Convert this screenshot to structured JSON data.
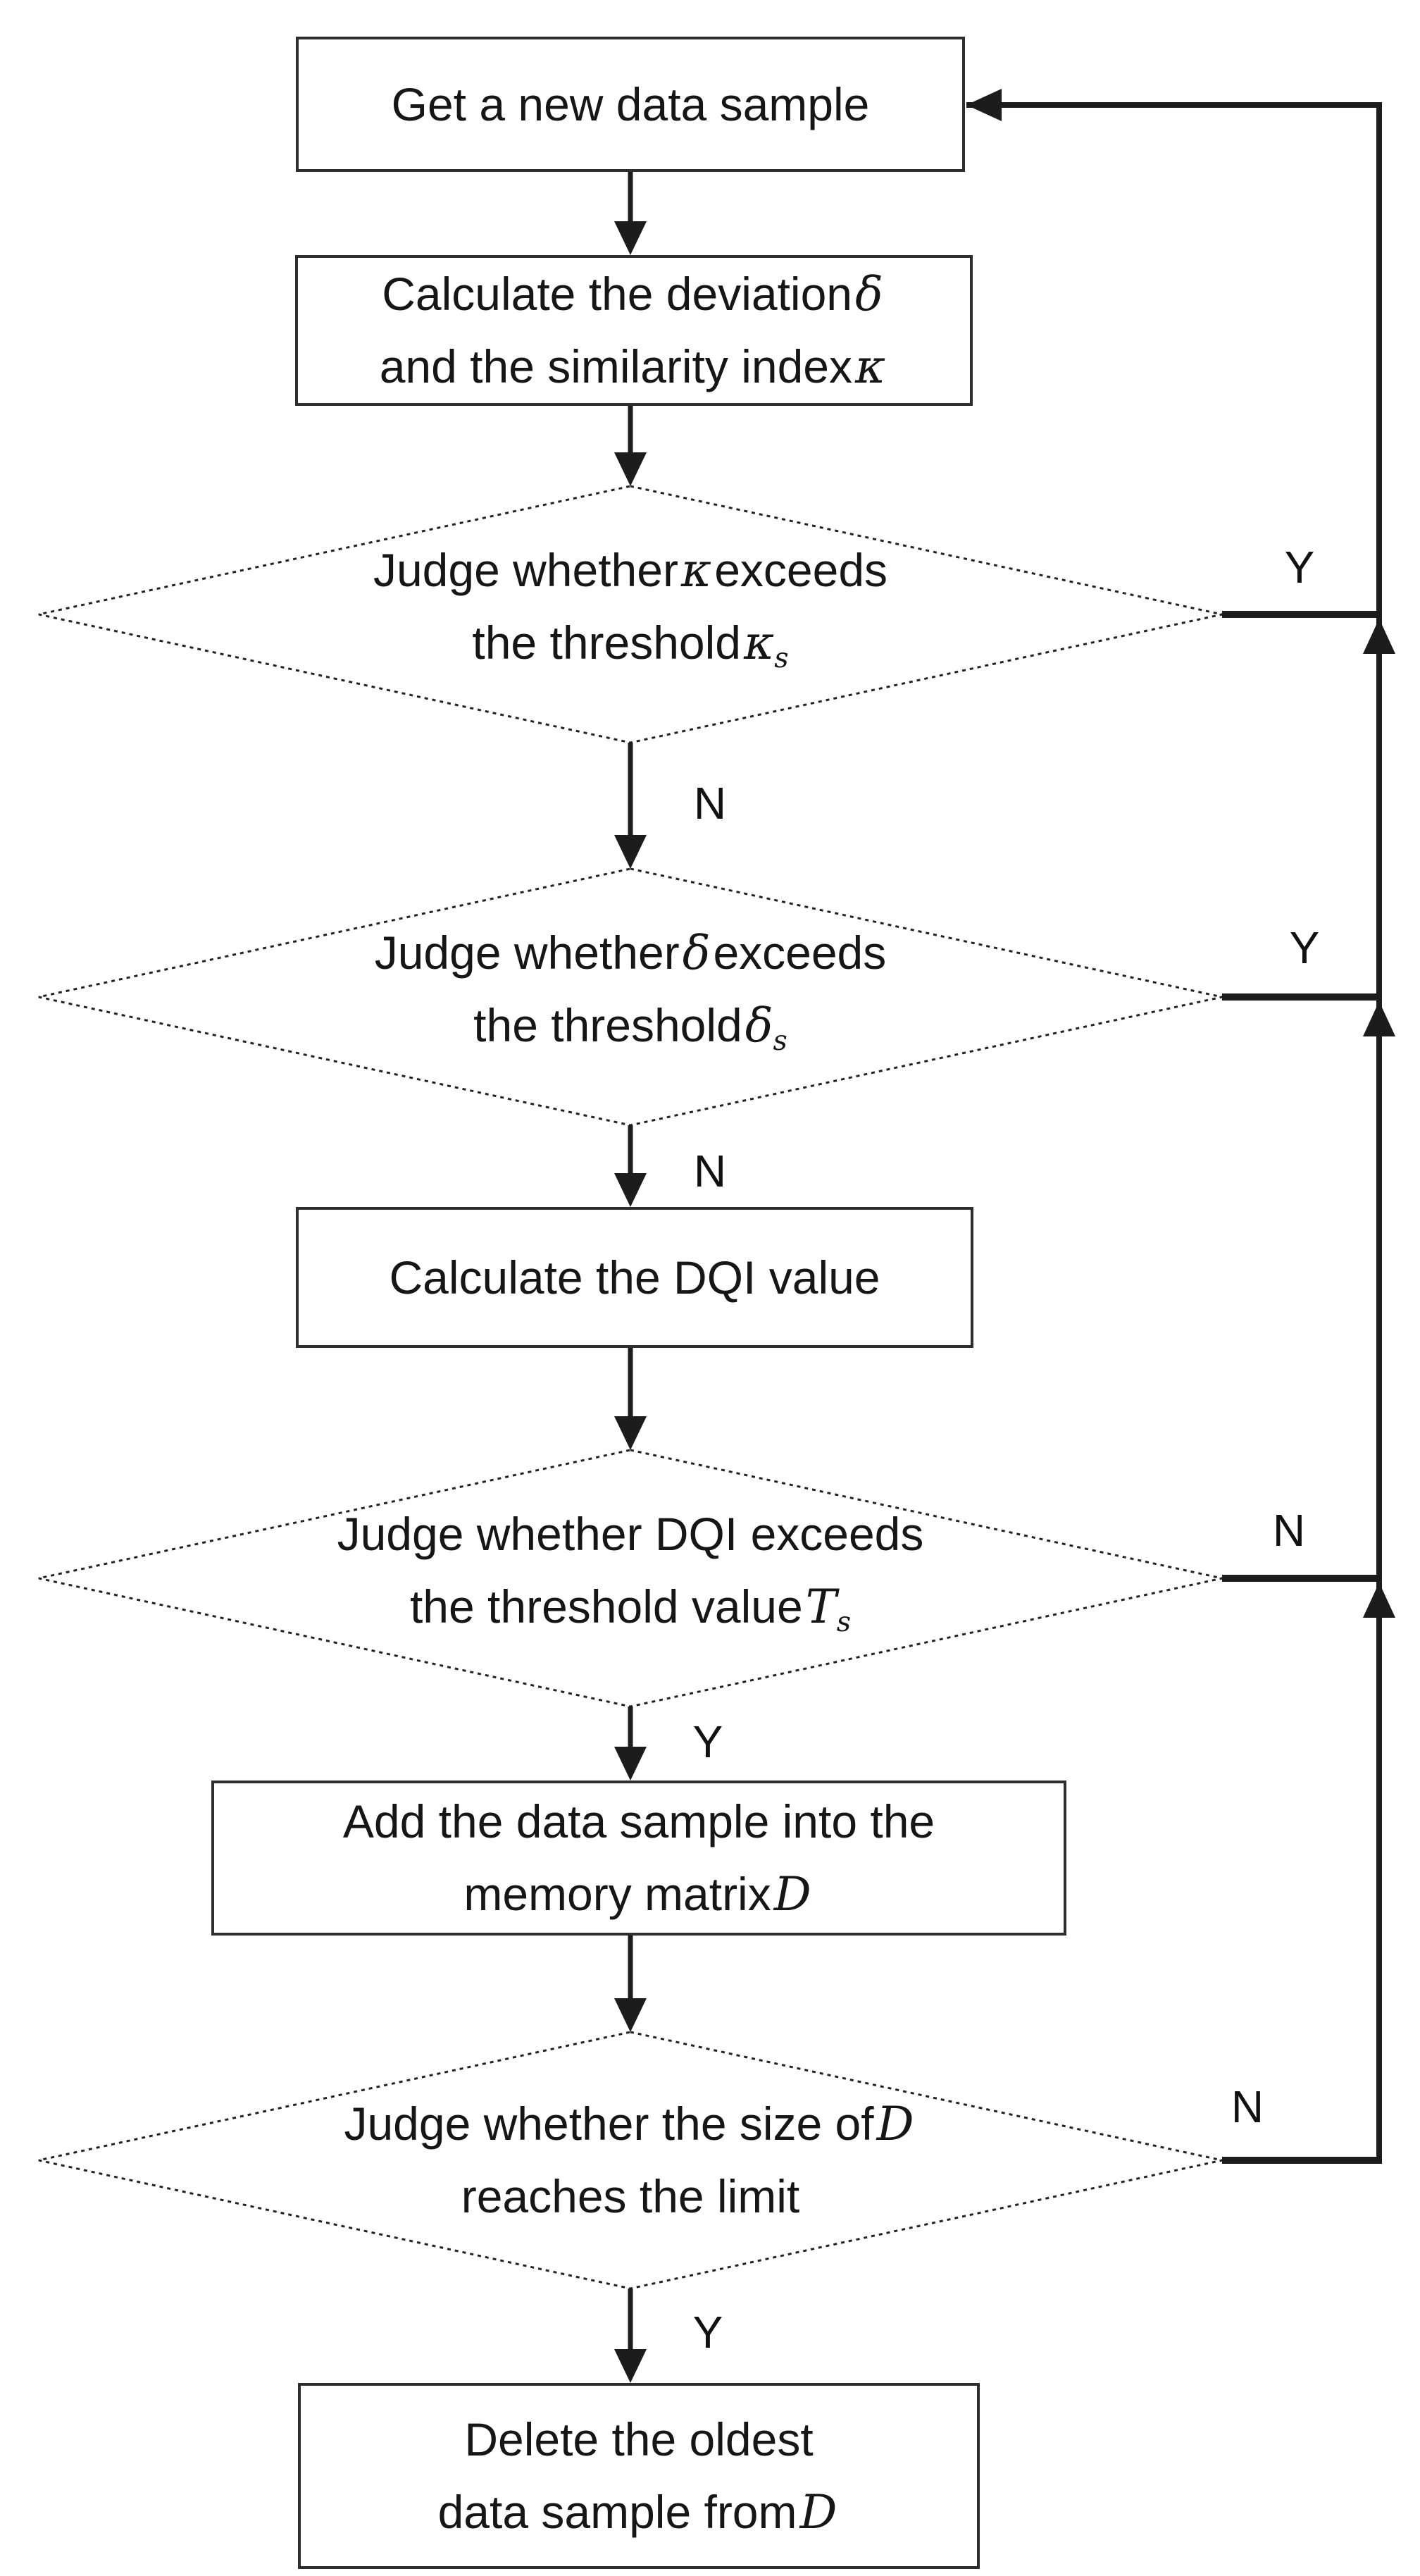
{
  "colors": {
    "background": "#ffffff",
    "line": "#1c1c1c",
    "rect_border": "#2e2e2e",
    "text": "#161616"
  },
  "nodes": {
    "get_sample": {
      "l1": "Get a new data sample"
    },
    "calc_dev": {
      "l1_text": "Calculate the deviation",
      "l1_sym": "δ",
      "l2_text": "and the similarity index",
      "l2_sym": "κ"
    },
    "judge_kappa": {
      "l1_pre": "Judge whether",
      "l1_sym": "κ",
      "l1_post": "exceeds",
      "l2_pre": "the threshold",
      "l2_sym": "κ",
      "l2_sub": "s"
    },
    "judge_delta": {
      "l1_pre": "Judge whether",
      "l1_sym": "δ",
      "l1_post": "exceeds",
      "l2_pre": "the threshold",
      "l2_sym": "δ",
      "l2_sub": "s"
    },
    "calc_dqi": {
      "l1": "Calculate the DQI value"
    },
    "judge_dqi": {
      "l1": "Judge whether DQI exceeds",
      "l2_pre": "the threshold value",
      "l2_sym": "T",
      "l2_sub": "s"
    },
    "add_sample": {
      "l1": "Add the data sample into the",
      "l2_pre": "memory matrix",
      "l2_sym": "D"
    },
    "judge_size": {
      "l1_pre": "Judge whether the size of",
      "l1_sym": "D",
      "l2": "reaches the limit"
    },
    "delete_oldest": {
      "l1": "Delete the oldest",
      "l2_pre": "data sample from",
      "l2_sym": "D"
    }
  },
  "edge_labels": {
    "d1_yes": "Y",
    "d1_no": "N",
    "d2_yes": "Y",
    "d2_no": "N",
    "d3_no": "N",
    "d3_yes": "Y",
    "d4_no": "N",
    "d4_yes": "Y"
  }
}
